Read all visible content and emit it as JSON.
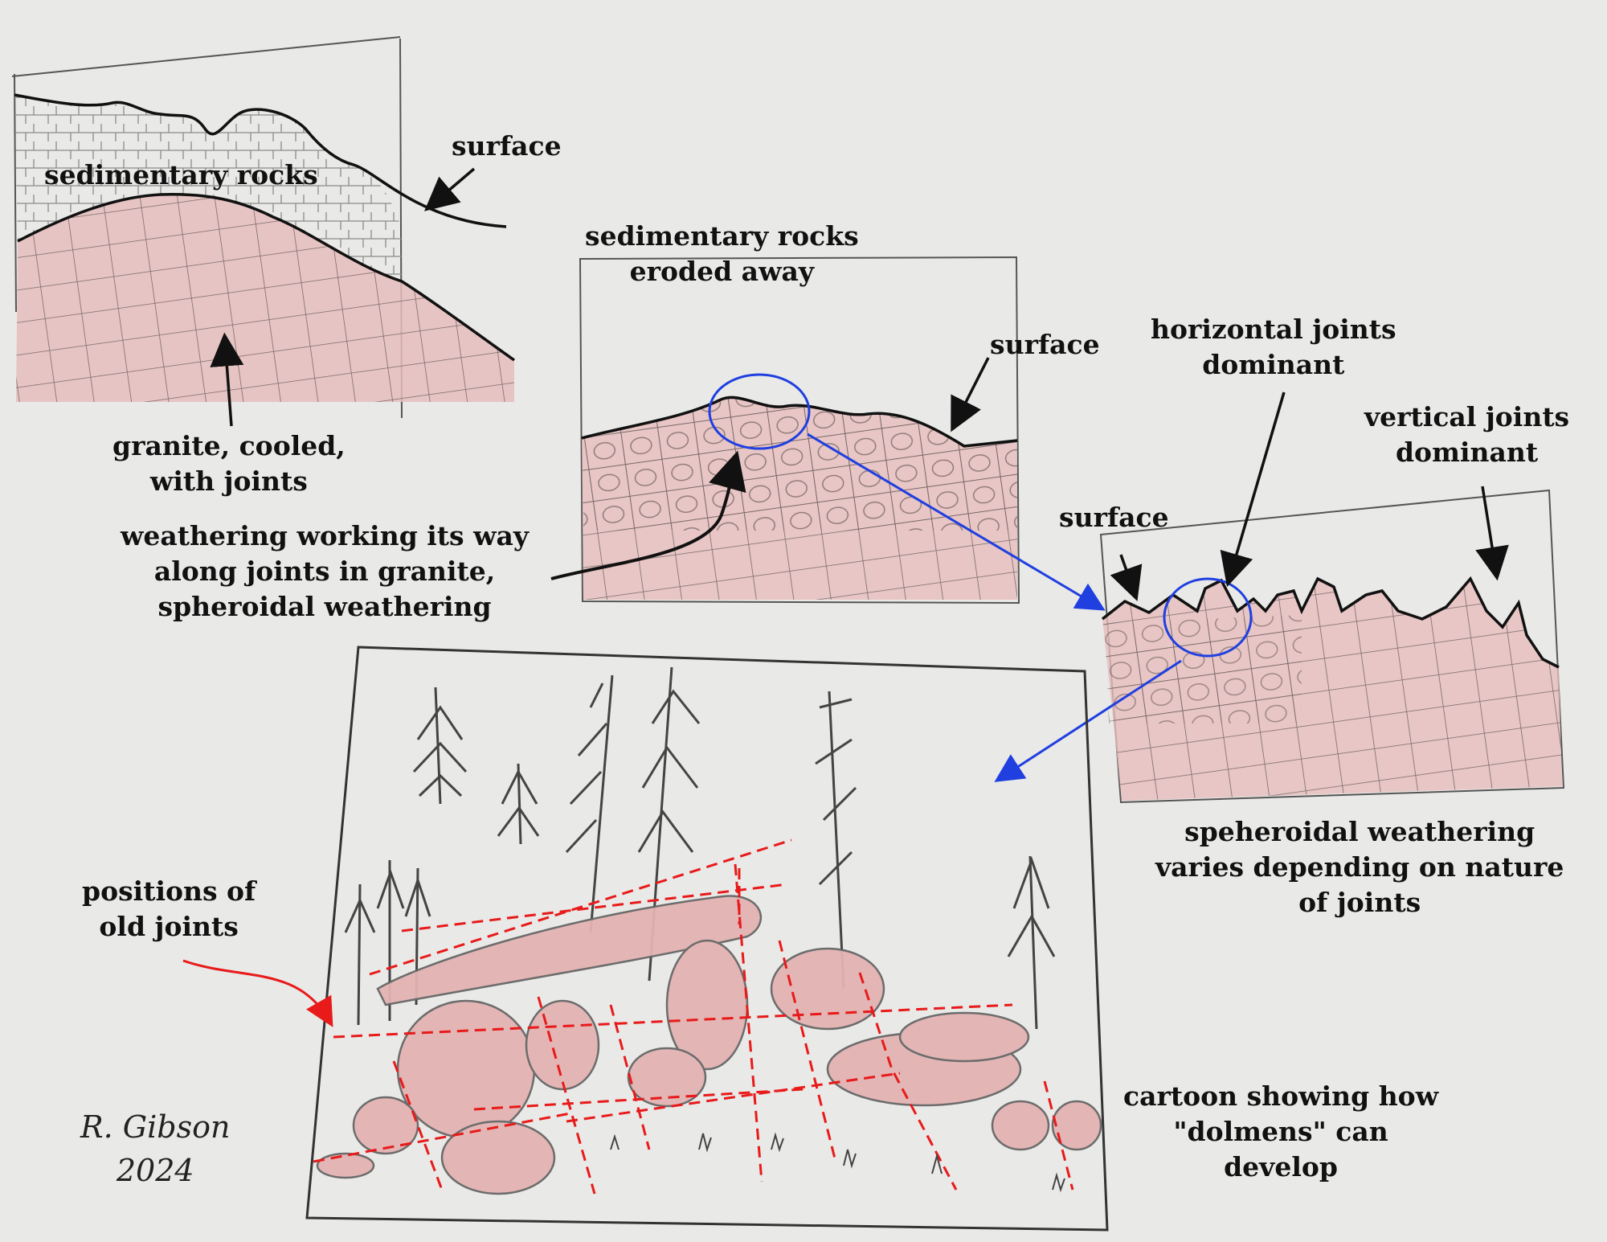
{
  "labels": {
    "panel1": {
      "sedimentary": "sedimentary rocks",
      "surface": "surface",
      "granite": [
        "granite, cooled,",
        "with joints"
      ]
    },
    "panel2": {
      "title": [
        "sedimentary rocks",
        "eroded away"
      ],
      "surface": "surface",
      "weathering": [
        "weathering working its way",
        "along joints in granite,",
        "spheroidal weathering"
      ]
    },
    "panel3": {
      "horizontal": [
        "horizontal joints",
        "dominant"
      ],
      "vertical": [
        "vertical joints",
        "dominant"
      ],
      "surface": "surface",
      "varies": [
        "speheroidal weathering",
        "varies depending on nature",
        "of joints"
      ]
    },
    "panel4": {
      "old_joints": [
        "positions of",
        "old joints"
      ],
      "cartoon": [
        "cartoon showing how",
        "\"dolmens\" can",
        "develop"
      ]
    }
  },
  "signature": [
    "R. Gibson",
    "2024"
  ],
  "colors": {
    "paper": "#e9e9e7",
    "pencil": "#111111",
    "granite_fill": "#e3b9b9",
    "blue_link": "#1f3fe0",
    "red_joint": "#e81a1a"
  }
}
